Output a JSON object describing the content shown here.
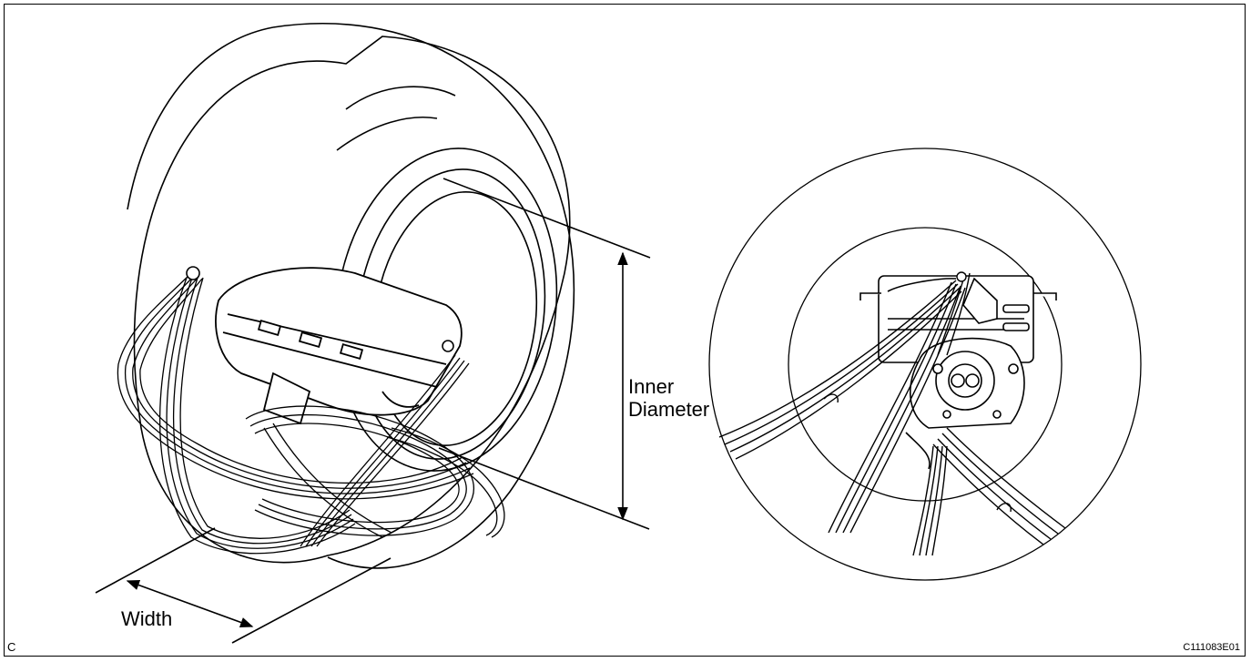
{
  "labels": {
    "inner_diameter": [
      "Inner",
      "Diameter"
    ],
    "width": "Width",
    "corner_letter": "C",
    "figure_code": "C111083E01"
  },
  "colors": {
    "ink": "#000000",
    "background": "#ffffff"
  }
}
